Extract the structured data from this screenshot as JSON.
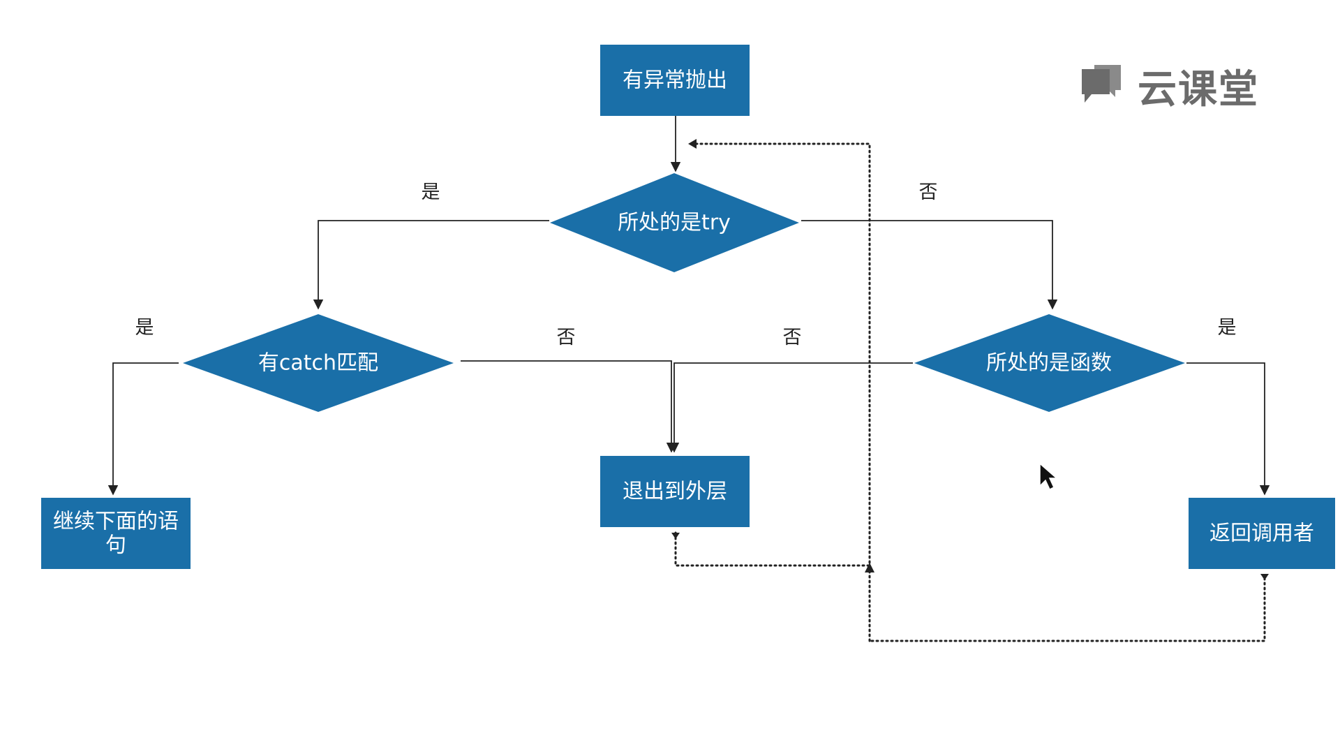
{
  "nodes": {
    "start": "有异常抛出",
    "is_try": "所处的是try",
    "catch_match": "有catch匹配",
    "is_function": "所处的是函数",
    "continue": [
      "继续下面的语",
      "句"
    ],
    "exit_outer": "退出到外层",
    "return_caller": "返回调用者"
  },
  "edge_labels": {
    "try_yes": "是",
    "try_no": "否",
    "catch_yes": "是",
    "catch_no": "否",
    "function_no": "否",
    "function_yes": "是"
  },
  "watermark": {
    "text": "云课堂",
    "icon": "chat-bubble-logo-icon"
  },
  "colors": {
    "node_fill": "#1a6fa8",
    "node_text": "#ffffff",
    "line": "#222222",
    "watermark": "#6b6b6b"
  }
}
